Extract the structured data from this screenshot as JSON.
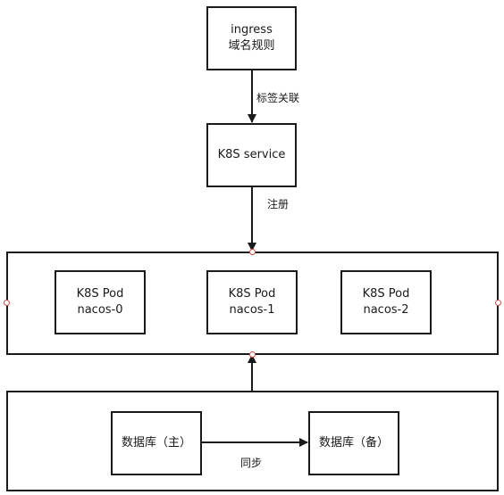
{
  "nodes": {
    "ingress": {
      "line1": "ingress",
      "line2": "域名规则"
    },
    "service": {
      "line1": "K8S service"
    },
    "pod0": {
      "line1": "K8S Pod",
      "line2": "nacos-0"
    },
    "pod1": {
      "line1": "K8S Pod",
      "line2": "nacos-1"
    },
    "pod2": {
      "line1": "K8S Pod",
      "line2": "nacos-2"
    },
    "db_primary": {
      "line1": "数据库（主）"
    },
    "db_backup": {
      "line1": "数据库（备）"
    }
  },
  "edges": {
    "label_selector": "标签关联",
    "register": "注册",
    "sync": "同步"
  },
  "colors": {
    "stroke": "#1a1a1a",
    "connection_point": "#d05050",
    "background": "#ffffff"
  }
}
